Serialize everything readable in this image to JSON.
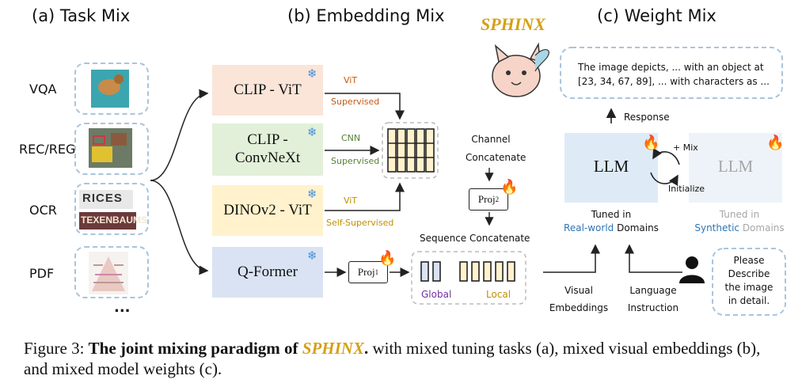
{
  "sections": {
    "task_mix": "(a) Task Mix",
    "embedding_mix": "(b) Embedding Mix",
    "weight_mix": "(c) Weight Mix"
  },
  "sphinx_logo": "SPHINX",
  "tasks": [
    "VQA",
    "REC/REG",
    "OCR",
    "PDF"
  ],
  "tasks_more": "...",
  "ocr_image_text": [
    "RICES",
    "TEXENBAUMS"
  ],
  "encoders": [
    {
      "name": "CLIP - ViT",
      "arch": "ViT",
      "training": "Supervised",
      "frozen": true
    },
    {
      "name_line1": "CLIP -",
      "name_line2": "ConvNeXt",
      "arch": "CNN",
      "training": "Supervised",
      "frozen": true
    },
    {
      "name": "DINOv2 - ViT",
      "arch": "ViT",
      "training": "Self-Supervised",
      "frozen": true
    },
    {
      "name": "Q-Former",
      "frozen": true
    }
  ],
  "channel_concat": [
    "Channel",
    "Concatenate"
  ],
  "proj2": {
    "base": "Proj",
    "sub": "2"
  },
  "proj1": {
    "base": "Proj",
    "sub": "1"
  },
  "sequence_concat": "Sequence Concatenate",
  "global_label": "Global",
  "local_label": "Local",
  "response_text": [
    "The image depicts, ... with an object at",
    "[23, 34, 67, 89], ... with characters as ..."
  ],
  "response_label": "Response",
  "llm_left": "LLM",
  "llm_right": "LLM",
  "mix_label": "+ Mix",
  "initialize_label": "Initialize",
  "tuned_left": {
    "line1": "Tuned in",
    "highlight": "Real-world",
    "rest": " Domains"
  },
  "tuned_right": {
    "line1": "Tuned in",
    "highlight": "Synthetic",
    "rest": " Domains"
  },
  "visual_embeddings": [
    "Visual",
    "Embeddings"
  ],
  "language_instruction": [
    "Language",
    "Instruction"
  ],
  "user_prompt": [
    "Please",
    "Describe",
    "the image",
    "in detail."
  ],
  "caption": {
    "prefix": "Figure 3:  ",
    "bold": "The joint mixing paradigm of ",
    "sphinx": "SPHINX",
    "bold_end": ".",
    "rest": " with mixed tuning tasks (a), mixed visual embeddings (b), and mixed model weights (c)."
  },
  "colors": {
    "clip_vit": "#fbe5d8",
    "clip_convnext": "#e2f0d9",
    "dinov2": "#fff2cc",
    "qformer": "#dae3f3",
    "llm": "#deebf7",
    "llm_faded": "#edf3f9",
    "real_world": "#2e74b5",
    "synthetic": "#2e74b5",
    "sphinx_gold": "#d4a017",
    "vit_label": "#c55a11",
    "cnn_label": "#548235",
    "dino_label": "#bf9000",
    "global": "#7030a0",
    "local": "#bf9000"
  }
}
